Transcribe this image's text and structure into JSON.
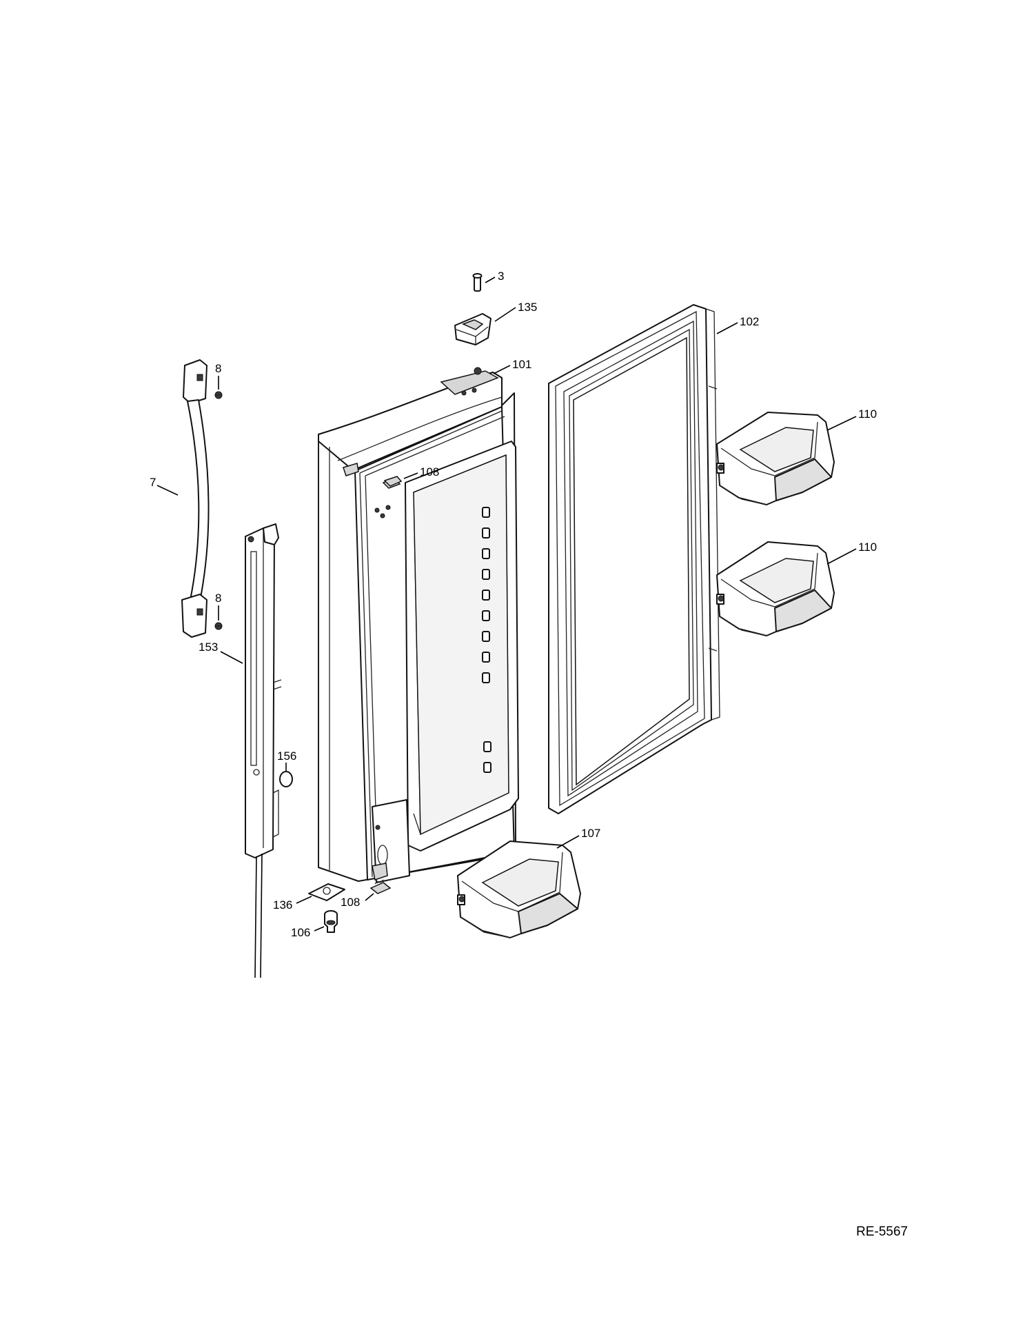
{
  "diagram_code": "RE-5567",
  "callouts": [
    {
      "id": "3",
      "text": "3"
    },
    {
      "id": "135",
      "text": "135"
    },
    {
      "id": "102",
      "text": "102"
    },
    {
      "id": "101",
      "text": "101"
    },
    {
      "id": "8a",
      "text": "8"
    },
    {
      "id": "110a",
      "text": "110"
    },
    {
      "id": "108a",
      "text": "108"
    },
    {
      "id": "7",
      "text": "7"
    },
    {
      "id": "110b",
      "text": "110"
    },
    {
      "id": "8b",
      "text": "8"
    },
    {
      "id": "153",
      "text": "153"
    },
    {
      "id": "156",
      "text": "156"
    },
    {
      "id": "107",
      "text": "107"
    },
    {
      "id": "136",
      "text": "136"
    },
    {
      "id": "108b",
      "text": "108"
    },
    {
      "id": "106",
      "text": "106"
    }
  ]
}
